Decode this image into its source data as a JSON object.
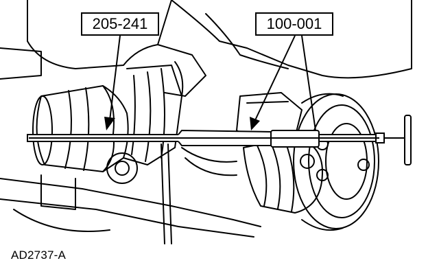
{
  "callouts": {
    "tool_a": "205-241",
    "tool_b": "100-001"
  },
  "figure_id": "AD2737-A",
  "colors": {
    "ink": "#000000",
    "paper": "#ffffff"
  }
}
